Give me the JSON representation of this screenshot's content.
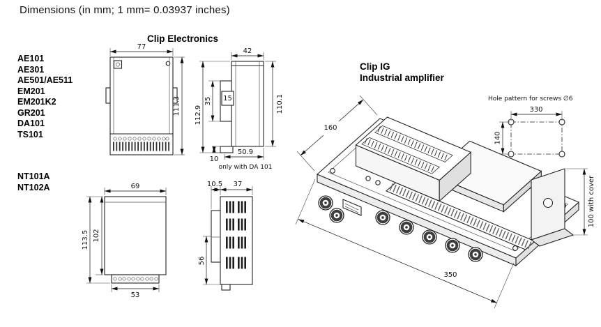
{
  "page": {
    "title": "Dimensions (in mm; 1 mm= 0.03937 inches)"
  },
  "sections": {
    "clip_electronics": {
      "title": "Clip Electronics"
    },
    "clip_ig": {
      "line1": "Clip IG",
      "line2": "Industrial amplifier"
    }
  },
  "models": {
    "group1": [
      "AE101",
      "AE301",
      "AE501/AE511",
      "EM201",
      "EM201K2",
      "GR201",
      "DA101",
      "TS101"
    ],
    "group2": [
      "NT101A",
      "NT102A"
    ]
  },
  "dims": {
    "front": {
      "width": "77",
      "height": "111.3"
    },
    "side": {
      "depth": "42",
      "clip_height": "35",
      "clip_width": "15",
      "height_total": "112.9",
      "height_rail": "110.1",
      "depth_total": "50.9",
      "foot": "10",
      "note": "only with DA 101"
    },
    "nt_front": {
      "width": "69",
      "height_total": "113.5",
      "height_body": "102",
      "terminal_width": "53"
    },
    "nt_side": {
      "clip_depth": "10.5",
      "depth": "37",
      "lower_height": "56"
    },
    "ig": {
      "width": "160",
      "length": "350",
      "height": "100 with cover"
    },
    "hole_pattern": {
      "label": "Hole pattern for screws ∅6",
      "spacing_x": "330",
      "spacing_y": "140"
    }
  }
}
